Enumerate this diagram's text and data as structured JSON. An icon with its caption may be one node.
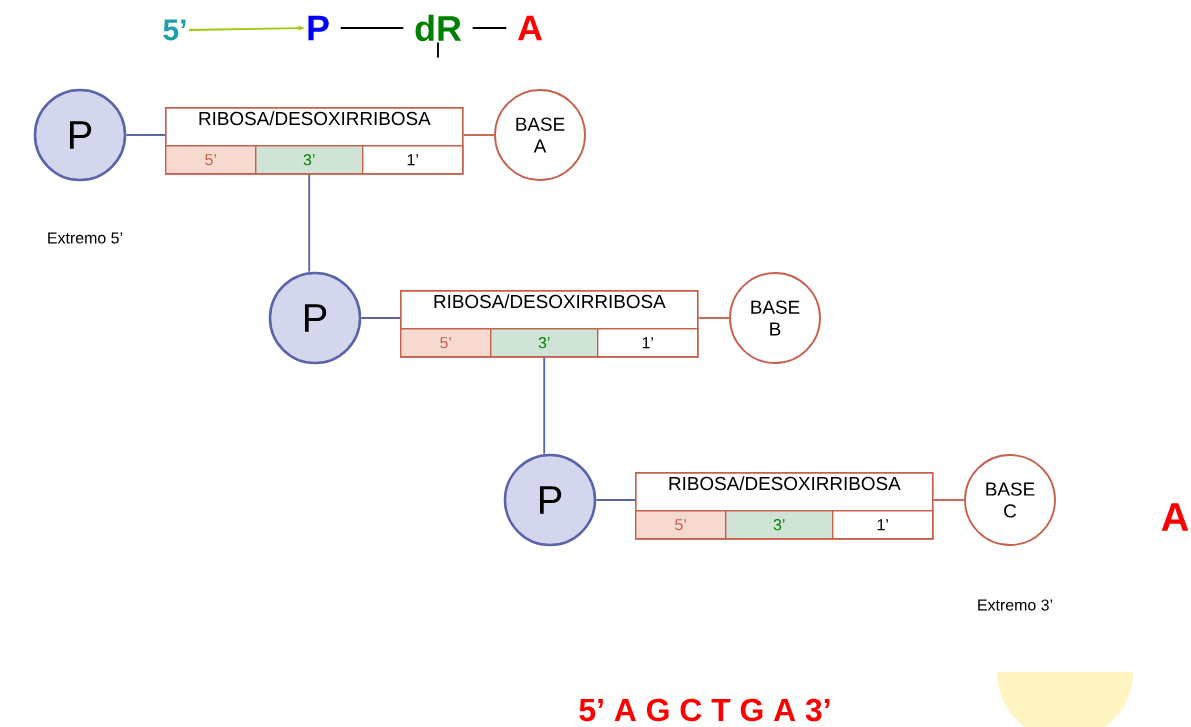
{
  "diagram": {
    "nodes": [
      {
        "text": [
          "5’"
        ]
      },
      {
        "text": [
          "P"
        ]
      },
      {
        "text": [
          "dR"
        ]
      },
      {
        "text": [
          "A"
        ]
      },
      {
        "text": [
          "P"
        ]
      },
      {
        "text": [
          "RIBOSA/DESOXIRRIBOSA"
        ]
      },
      {
        "text": [
          "5’"
        ],
        "in": 5
      },
      {
        "text": [
          "3’"
        ],
        "in": 5
      },
      {
        "text": [
          "1’"
        ],
        "in": 5
      },
      {
        "text": [
          "BASE A"
        ]
      },
      {
        "text": [
          "P"
        ]
      },
      {
        "text": [
          "RIBOSA/DESOXIRRIBOSA"
        ]
      },
      {
        "text": [
          "5’"
        ],
        "in": 11
      },
      {
        "text": [
          "3’"
        ],
        "in": 11
      },
      {
        "text": [
          "1’"
        ],
        "in": 11
      },
      {
        "text": [
          "BASE B"
        ]
      },
      {
        "text": [
          "P"
        ]
      },
      {
        "text": [
          "RIBOSA/DESOXIRRIBOSA"
        ]
      },
      {
        "text": [
          "5’"
        ],
        "in": 17
      },
      {
        "text": [
          "3’"
        ],
        "in": 17
      },
      {
        "text": [
          "1’"
        ],
        "in": 17
      },
      {
        "text": [
          "BASE C"
        ]
      },
      {
        "text": [],
        "shape": "semicircle"
      }
    ],
    "edges": [
      {
        "from": 0,
        "to": 1,
        "arrow": "to",
        "color": "#99cc00"
      },
      {
        "from": 1,
        "to": 2,
        "arrow": "none",
        "color": "#000000"
      },
      {
        "from": 2,
        "to": 3,
        "arrow": "none",
        "color": "#000000"
      },
      {
        "from": 2,
        "to": null,
        "arrow": "none",
        "color": "#000000"
      },
      {
        "from": 4,
        "to": 5,
        "arrow": "none"
      },
      {
        "from": 5,
        "to": 9,
        "arrow": "none",
        "color": "#c8604e"
      },
      {
        "from": 7,
        "to": 10,
        "arrow": "none"
      },
      {
        "from": 10,
        "to": 11,
        "arrow": "none"
      },
      {
        "from": 11,
        "to": 15,
        "arrow": "none",
        "color": "#c8604e"
      },
      {
        "from": 13,
        "to": 16,
        "arrow": "none"
      },
      {
        "from": 16,
        "to": 17,
        "arrow": "none"
      },
      {
        "from": 17,
        "to": 21,
        "arrow": "none",
        "color": "#c8604e"
      }
    ],
    "labels": [
      "Extremo 5’",
      "Extremo 3’",
      "A",
      "5’ A G C T G A 3’"
    ]
  }
}
